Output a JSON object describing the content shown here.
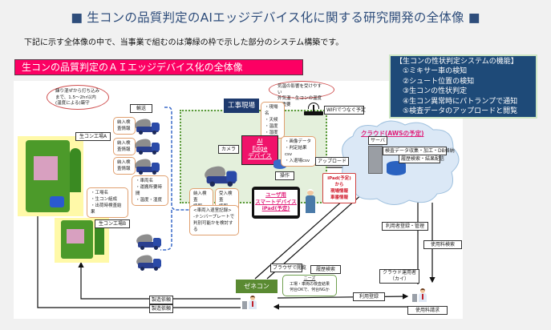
{
  "header": {
    "title": "■ 生コンの品質判定のAIエッジデバイス化に関する研究開発の全体像 ■",
    "subtitle": "下記に示す全体像の中で、当事業で組むのは薄緑の枠で示した部分のシステム構築です。",
    "section_title": "生コンの品質判定のＡＩエッジデバイス化の全体像"
  },
  "features": {
    "title": "【生コンの性状判定システムの機能】",
    "items": [
      "①ミキサー車の検知",
      "②シュート位置の検知",
      "③生コンの性状判定",
      "④生コン異常時にパトランプで通知",
      "⑤検査データのアップロードと閲覧"
    ]
  },
  "diagram": {
    "bubble_left": [
      "練り混ぜから打ち込み",
      "まで、1.5～2hr以内",
      "(温度による)厳守"
    ],
    "bubble_right": [
      "気温の影響を受けやすい",
      "外気温・生コンの温度が重要"
    ],
    "transport_label": "輸送",
    "factory_a_label": "生コン工場A",
    "factory_b_label": "生コン工場B",
    "delivery_info": [
      "納入検査情報",
      "納入検査情報",
      "納入検査情報"
    ],
    "factory_info": [
      "・工場名",
      "・生コン組成",
      "・出荷時検査結果"
    ],
    "vehicle_info": [
      "・車両名",
      "・運搬所要時間",
      "・温度・湿度"
    ],
    "site": {
      "title": "工事現場",
      "site_info": [
        "・現場名",
        "・天候",
        "・温度",
        "・湿度"
      ],
      "wifi_label": "WIFIでつなぐ予定",
      "camera_label": "カメラ",
      "ai_edge": [
        "AI",
        "Edge",
        "デバイス"
      ],
      "edge_data": [
        "・画像データ",
        "・判定結果csv",
        "・入退場csv"
      ],
      "operation_label": "操作",
      "delivery_check": [
        "納入検査",
        "情報"
      ],
      "receive_check": [
        "受入検査",
        "情報"
      ],
      "vehicle_record": [
        "<車両入退室記録>",
        "-ナンバープレートで",
        "判別可能かを検討する"
      ],
      "ipad": [
        "ユーザ用",
        "スマートデバイス",
        "iPad(予定)"
      ]
    },
    "upload_label": "アップロード",
    "ipad_send": [
      "iPad(予定)から",
      "現場情報",
      "車番情報"
    ],
    "cloud": {
      "title": "クラウド(AWSの予定)",
      "server_label": "サーバ",
      "func1": "検査データ収集・加工・DB格納",
      "func2": "履歴検索・結果配信"
    },
    "browser_label": "ブラウザで閲覧",
    "history_label": "履歴検索",
    "zenecon_label": "ゼネコン",
    "needs": [
      "ニーズ",
      "工場・車両の検査結果",
      "何台OKで、何台NGか"
    ],
    "user_mgmt_label": "利用者登録・管理",
    "fee_search_label": "使用料検索",
    "cloud_operator": [
      "クラウド運用者",
      "（カイ）"
    ],
    "user_register_label": "利用登録",
    "fee_billing_label": "使用料請求",
    "manufacture_request_1": "製造依頼",
    "manufacture_request_2": "製造依頼"
  }
}
